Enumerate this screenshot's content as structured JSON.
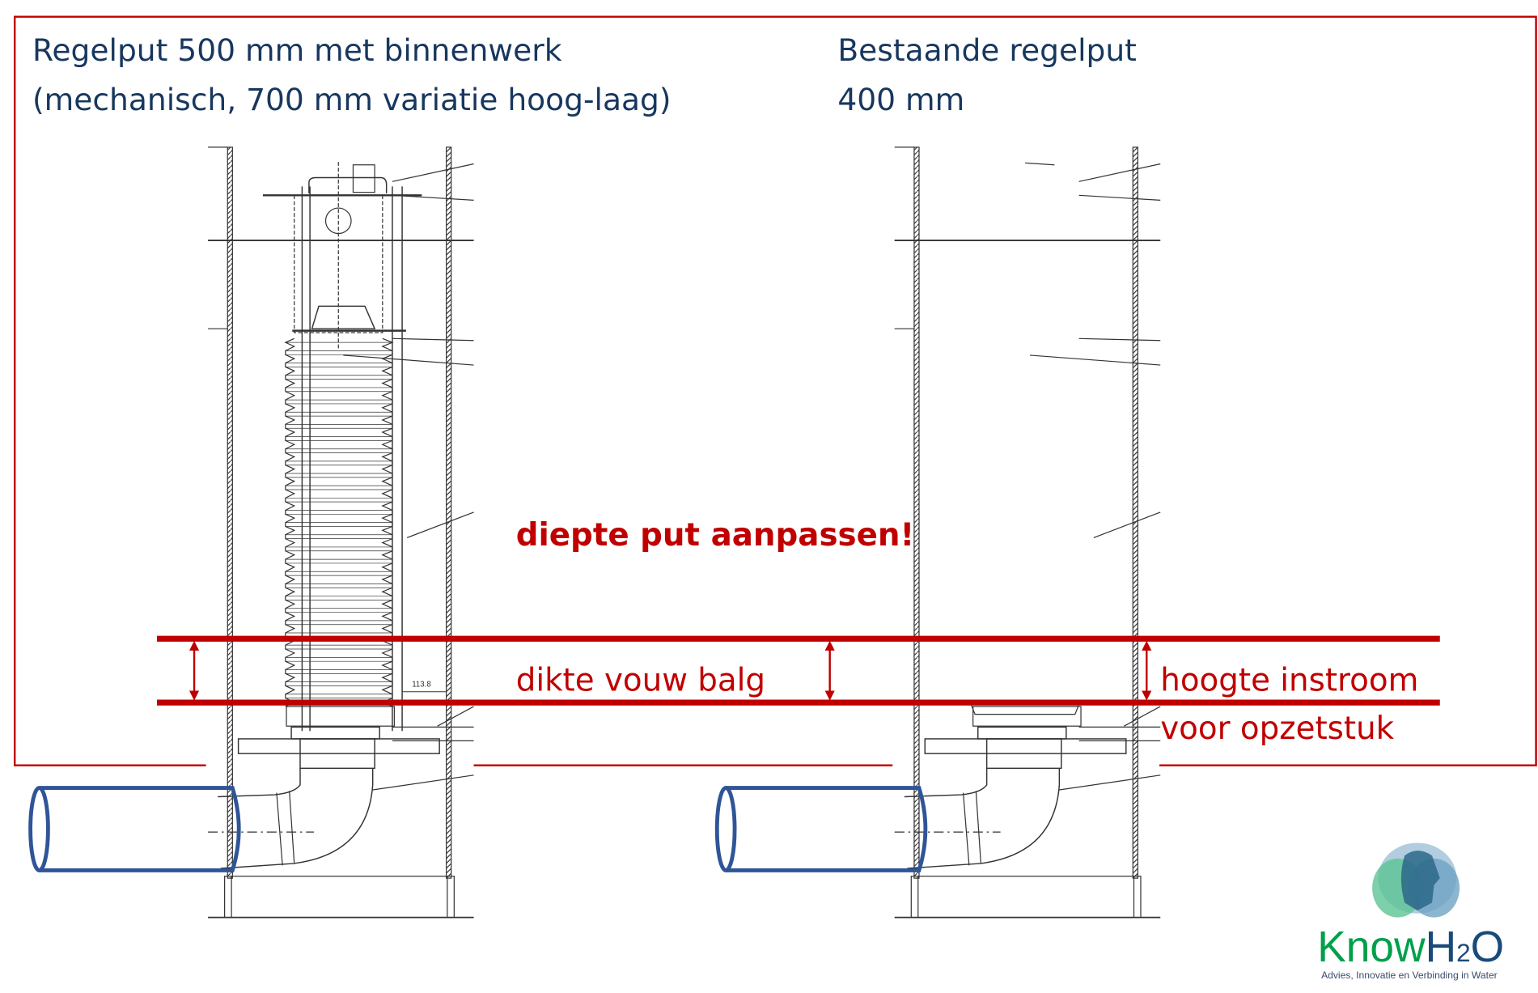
{
  "left_title": {
    "line1": "Regelput 500 mm met binnenwerk",
    "line2": "(mechanisch, 700 mm variatie hoog-laag)"
  },
  "right_title": {
    "line1": "Bestaande regelput",
    "line2": "400 mm"
  },
  "annotations": {
    "depth": "diepte put aanpassen!",
    "fold": "dikte vouw balg",
    "inflow1": "hoogte instroom",
    "inflow2": "voor opzetstuk"
  },
  "dimension_label": "113.8",
  "logo": {
    "know": "Know",
    "h2o_h": "H",
    "h2o_2": "2",
    "h2o_o": "O",
    "tagline": "Advies, Innovatie en Verbinding in Water"
  },
  "colors": {
    "frame": "#c00000",
    "title": "#17375e",
    "pipe": "#2f5597",
    "logo_green": "#00a04a",
    "logo_navy": "#1a4a7a"
  }
}
